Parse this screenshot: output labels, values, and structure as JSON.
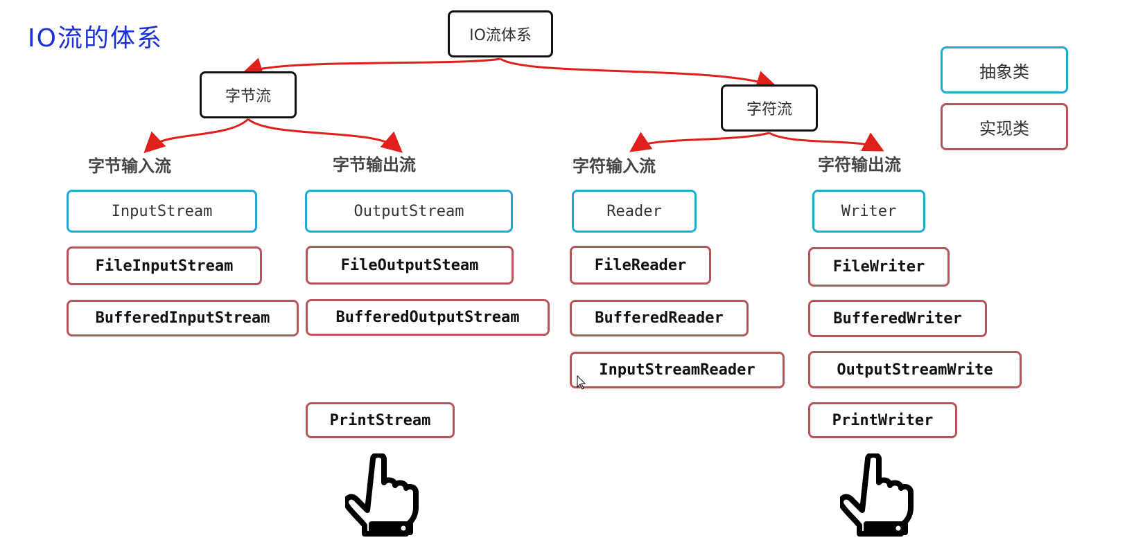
{
  "title": "IO流的体系",
  "root": "IO流体系",
  "branches": {
    "byte": "字节流",
    "char": "字符流"
  },
  "legend": {
    "abstract": "抽象类",
    "impl": "实现类"
  },
  "colors": {
    "abstract": "#1eaad2",
    "impl": "#b8555a",
    "arrow": "#e0201c",
    "title": "#1a2fd8"
  },
  "columns": [
    {
      "heading": "字节输入流",
      "abstract": "InputStream",
      "impls": [
        "FileInputStream",
        "BufferedInputStream"
      ]
    },
    {
      "heading": "字节输出流",
      "abstract": "OutputStream",
      "impls": [
        "FileOutputSteam",
        "BufferedOutputStream",
        "PrintStream"
      ]
    },
    {
      "heading": "字符输入流",
      "abstract": "Reader",
      "impls": [
        "FileReader",
        "BufferedReader",
        "InputStreamReader"
      ]
    },
    {
      "heading": "字符输出流",
      "abstract": "Writer",
      "impls": [
        "FileWriter",
        "BufferedWriter",
        "OutputStreamWrite",
        "PrintWriter"
      ]
    }
  ],
  "icons": [
    "pointing-hand-icon",
    "pointing-hand-icon",
    "mouse-cursor-icon"
  ]
}
